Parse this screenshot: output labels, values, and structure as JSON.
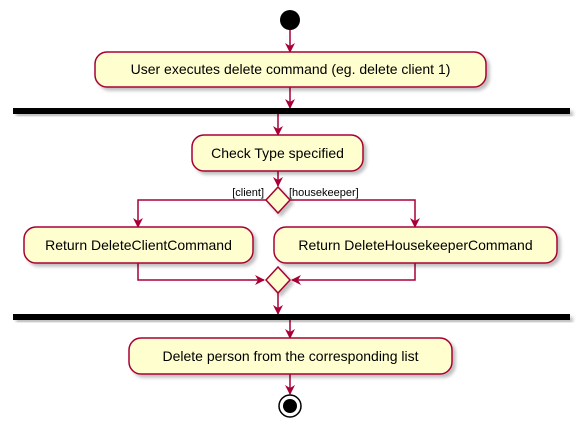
{
  "diagram": {
    "actions": {
      "execute": "User executes delete command (eg. delete client 1)",
      "check_type": "Check Type specified",
      "return_client": "Return DeleteClientCommand",
      "return_housekeeper": "Return DeleteHousekeeperCommand",
      "delete_person": "Delete person from the corresponding list"
    },
    "guards": {
      "client": "[client]",
      "housekeeper": "[housekeeper]"
    }
  },
  "colors": {
    "action_fill": "#FEFECE",
    "line": "#A80036",
    "bar": "#000000"
  }
}
